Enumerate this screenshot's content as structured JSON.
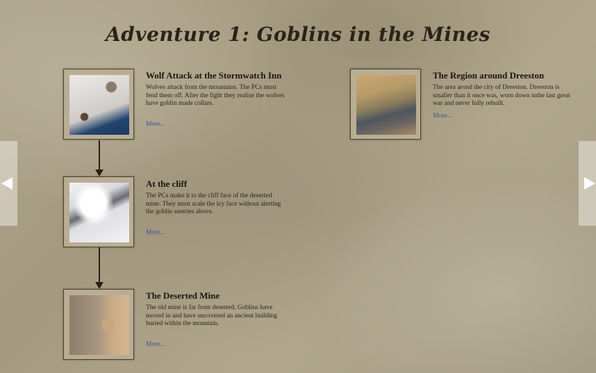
{
  "page": {
    "title": "Adventure 1: Goblins in the Mines"
  },
  "nav": {
    "prev_icon": "left-arrow",
    "next_icon": "right-arrow"
  },
  "entries": [
    {
      "title": "Wolf Attack at the Stormwatch Inn",
      "text": "Wolves attack from the mountains. The PCs must fend them off. After the fight they realise the wolves have goblin made collars.",
      "more": "More..."
    },
    {
      "title": "At the cliff",
      "text": "The PCs make it to the cliff face of the deserted mine. They must scale the icy face without alerting the goblin sentries above.",
      "more": "More..."
    },
    {
      "title": "The Deserted Mine",
      "text": "The old mine is far from deserted. Goblins have moved in and have uncovered an ancient building buried within the mountain.",
      "more": "More..."
    },
    {
      "title": "The Region around Dreeston",
      "text": "The area arond the city of Dreeston. Dreeston is smaller than it once was, worn down inthe last great war and never fully rebuilt.",
      "more": "More..."
    }
  ],
  "colors": {
    "link": "#3a4fa0",
    "arrow": "#2a1d12"
  }
}
